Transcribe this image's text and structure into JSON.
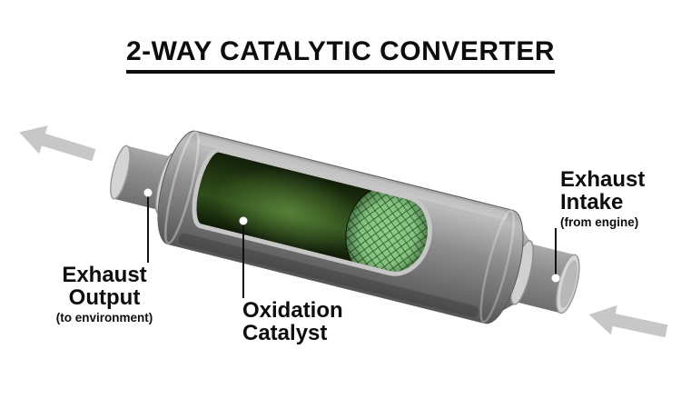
{
  "title": "2-WAY CATALYTIC CONVERTER",
  "labels": {
    "exhaust_output": {
      "line1": "Exhaust",
      "line2": "Output",
      "note": "(to environment)"
    },
    "oxidation_catalyst": {
      "line1": "Oxidation",
      "line2": "Catalyst"
    },
    "exhaust_intake": {
      "line1": "Exhaust",
      "line2": "Intake",
      "note": "(from engine)"
    }
  },
  "colors": {
    "body_gray": "#8f8f8f",
    "interior_green": "#2c4a1c",
    "catalyst_mesh_green": "#8ecd8a",
    "mesh_line_green": "#24571f",
    "arrow_gray": "#c7c7c7",
    "text_black": "#0d0d0d"
  }
}
